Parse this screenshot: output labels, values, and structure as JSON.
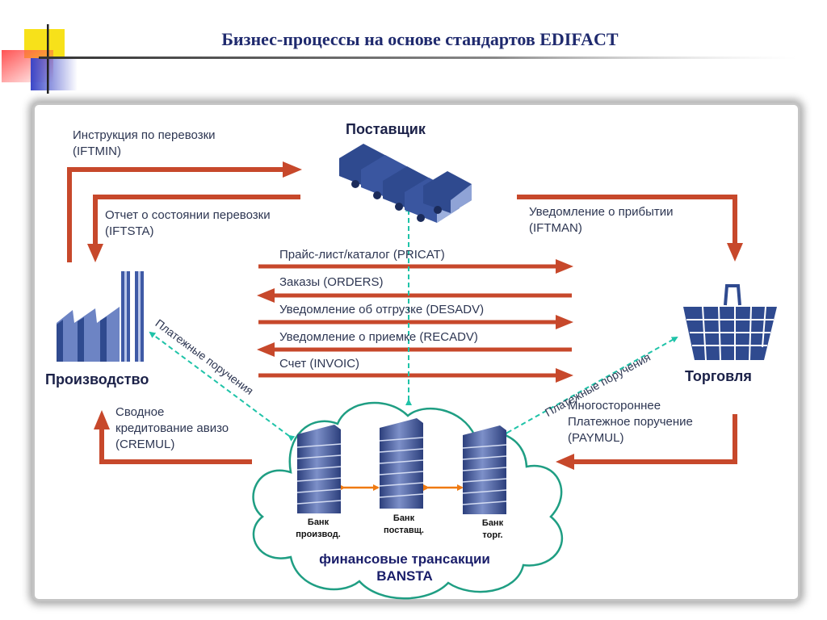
{
  "title": "Бизнес-процессы на основе стандартов EDIFACT",
  "colors": {
    "arrow": "#c7482b",
    "dashed": "#1fc3a8",
    "cloud": "#1f9e83",
    "bank_link": "#ef7a12",
    "icon_blue": "#3f5aa6"
  },
  "nodes": {
    "supplier": "Поставщик",
    "production": "Производство",
    "trade": "Торговля"
  },
  "flows": {
    "iftmin": [
      "Инструкция по перевозки",
      "(IFTMIN)"
    ],
    "iftsta": [
      "Отчет о состоянии перевозки",
      "(IFTSTA)"
    ],
    "iftman": [
      "Уведомление о прибытии",
      "(IFTMAN)"
    ],
    "pricat": "Прайс-лист/каталог (PRICAT)",
    "orders": "Заказы (ORDERS)",
    "desadv": "Уведомление об отгрузке (DESADV)",
    "recadv": "Уведомление о приемке (RECADV)",
    "invoic": "Счет (INVOIC)",
    "cremul": [
      "Сводное",
      "кредитование авизо",
      "(CREMUL)"
    ],
    "paymul": [
      "Многостороннее",
      "Платежное поручение",
      "(PAYMUL)"
    ]
  },
  "payment_orders": "Платежные поручения",
  "banks": {
    "production": [
      "Банк",
      "производ."
    ],
    "supplier": [
      "Банк",
      "поставщ."
    ],
    "trade": [
      "Банк",
      "торг."
    ]
  },
  "cloud_caption": [
    "финансовые трансакции",
    "BANSTA"
  ],
  "icons": [
    "corner-logo",
    "truck-icon",
    "factory-icon",
    "basket-icon",
    "bank-building-icon"
  ]
}
